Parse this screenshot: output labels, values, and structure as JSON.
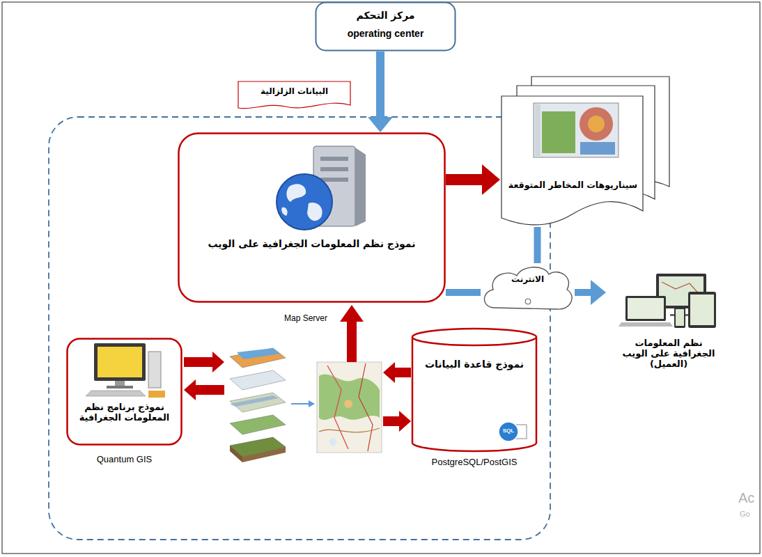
{
  "diagram": {
    "nodes": [
      {
        "text": [
          "مركز التحكم",
          "operating center"
        ]
      },
      {
        "text": [
          "البيانات الزلزالية"
        ]
      },
      {
        "text": [
          "نموذج نظم المعلومات الجغرافية على الويب"
        ]
      },
      {
        "text": [
          "سيناريوهات المخاطر المتوقعة"
        ]
      },
      {
        "text": [
          "الانترنت"
        ]
      },
      {
        "text": [
          "نظم المعلومات الجغرافية على الويب (العميل)"
        ]
      },
      {
        "text": [
          "نموذج برنامج نظم المعلومات الجغرافية",
          "Quantum GIS"
        ]
      },
      {
        "text": [
          "نموذج قاعدة البيانات",
          "SQL",
          "PostgreSQL/PostGIS"
        ]
      }
    ],
    "edges": [
      {
        "from": 0,
        "to": 2,
        "arrow": "to"
      },
      {
        "from": 2,
        "to": 3,
        "arrow": "to"
      },
      {
        "from": 3,
        "to": 4,
        "arrow": "none"
      },
      {
        "from": 2,
        "to": 4,
        "arrow": "none"
      },
      {
        "from": 4,
        "to": 5,
        "arrow": "to"
      }
    ],
    "labels": [
      "Map Server",
      "Ac",
      "Go"
    ]
  }
}
